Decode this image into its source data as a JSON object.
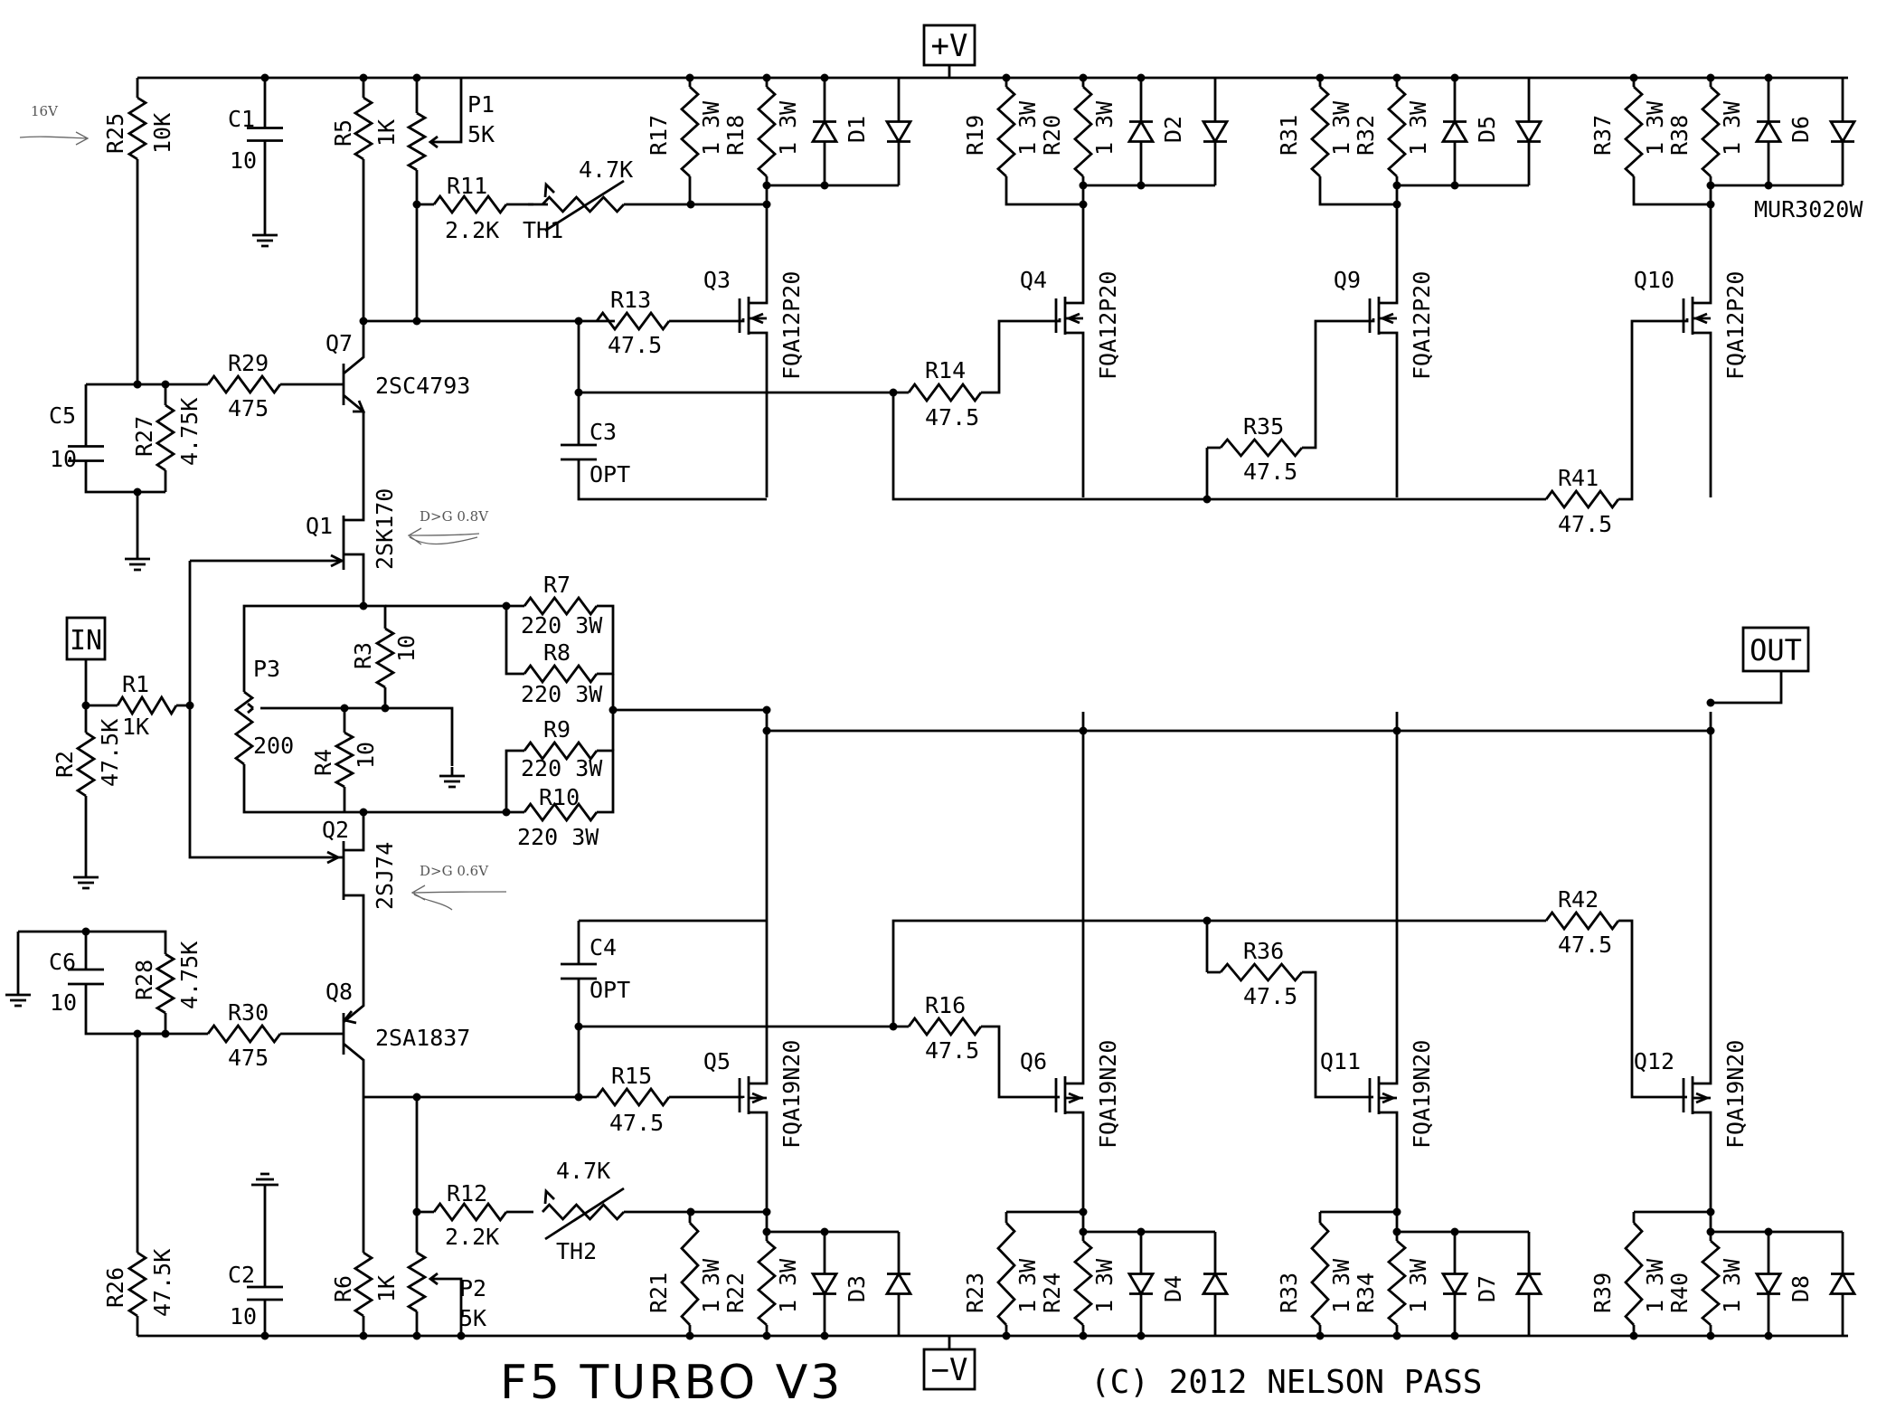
{
  "title": "F5 TURBO V3",
  "copyright": "(C) 2012 NELSON PASS",
  "terminals": {
    "vplus": "+V",
    "vminus": "−V",
    "input": "IN",
    "output": "OUT"
  },
  "notes": {
    "bias_note": "16V",
    "q1_note": "D>G 0.8V",
    "q2_note": "D>G 0.6V"
  },
  "components": [
    {
      "id": "R25",
      "value": "10K"
    },
    {
      "id": "C1",
      "value": "10"
    },
    {
      "id": "R5",
      "value": "1K"
    },
    {
      "id": "P1",
      "value": "5K"
    },
    {
      "id": "R11",
      "value": "2.2K"
    },
    {
      "id": "TH1",
      "value": "4.7K"
    },
    {
      "id": "R17",
      "value": "1 3W"
    },
    {
      "id": "R18",
      "value": "1 3W"
    },
    {
      "id": "D1",
      "value": ""
    },
    {
      "id": "R19",
      "value": "1 3W"
    },
    {
      "id": "R20",
      "value": "1 3W"
    },
    {
      "id": "D2",
      "value": ""
    },
    {
      "id": "R31",
      "value": "1 3W"
    },
    {
      "id": "R32",
      "value": "1 3W"
    },
    {
      "id": "D5",
      "value": ""
    },
    {
      "id": "R37",
      "value": "1 3W"
    },
    {
      "id": "R38",
      "value": "1 3W"
    },
    {
      "id": "D6",
      "value": "MUR3020W"
    },
    {
      "id": "Q3",
      "value": "FQA12P20"
    },
    {
      "id": "Q4",
      "value": "FQA12P20"
    },
    {
      "id": "Q9",
      "value": "FQA12P20"
    },
    {
      "id": "Q10",
      "value": "FQA12P20"
    },
    {
      "id": "R13",
      "value": "47.5"
    },
    {
      "id": "R14",
      "value": "47.5"
    },
    {
      "id": "R35",
      "value": "47.5"
    },
    {
      "id": "R41",
      "value": "47.5"
    },
    {
      "id": "Q7",
      "value": "2SC4793"
    },
    {
      "id": "R29",
      "value": "475"
    },
    {
      "id": "C5",
      "value": "10"
    },
    {
      "id": "R27",
      "value": "4.75K"
    },
    {
      "id": "C3",
      "value": "OPT"
    },
    {
      "id": "Q1",
      "value": "2SK170"
    },
    {
      "id": "R7",
      "value": "220 3W"
    },
    {
      "id": "R8",
      "value": "220 3W"
    },
    {
      "id": "R9",
      "value": "220 3W"
    },
    {
      "id": "R10",
      "value": "220 3W"
    },
    {
      "id": "R3",
      "value": "10"
    },
    {
      "id": "R4",
      "value": "10"
    },
    {
      "id": "P3",
      "value": "200"
    },
    {
      "id": "R1",
      "value": "1K"
    },
    {
      "id": "R2",
      "value": "47.5K"
    },
    {
      "id": "Q2",
      "value": "2SJ74"
    },
    {
      "id": "C6",
      "value": "10"
    },
    {
      "id": "R28",
      "value": "4.75K"
    },
    {
      "id": "R30",
      "value": "475"
    },
    {
      "id": "Q8",
      "value": "2SA1837"
    },
    {
      "id": "C4",
      "value": "OPT"
    },
    {
      "id": "R16",
      "value": "47.5"
    },
    {
      "id": "R36",
      "value": "47.5"
    },
    {
      "id": "R42",
      "value": "47.5"
    },
    {
      "id": "R15",
      "value": "47.5"
    },
    {
      "id": "Q5",
      "value": "FQA19N20"
    },
    {
      "id": "Q6",
      "value": "FQA19N20"
    },
    {
      "id": "Q11",
      "value": "FQA19N20"
    },
    {
      "id": "Q12",
      "value": "FQA19N20"
    },
    {
      "id": "R12",
      "value": "2.2K"
    },
    {
      "id": "TH2",
      "value": "4.7K"
    },
    {
      "id": "R26",
      "value": "47.5K"
    },
    {
      "id": "C2",
      "value": "10"
    },
    {
      "id": "R6",
      "value": "1K"
    },
    {
      "id": "P2",
      "value": "5K"
    },
    {
      "id": "R21",
      "value": "1 3W"
    },
    {
      "id": "R22",
      "value": "1 3W"
    },
    {
      "id": "D3",
      "value": ""
    },
    {
      "id": "R23",
      "value": "1 3W"
    },
    {
      "id": "R24",
      "value": "1 3W"
    },
    {
      "id": "D4",
      "value": ""
    },
    {
      "id": "R33",
      "value": "1 3W"
    },
    {
      "id": "R34",
      "value": "1 3W"
    },
    {
      "id": "D7",
      "value": ""
    },
    {
      "id": "R39",
      "value": "1 3W"
    },
    {
      "id": "R40",
      "value": "1 3W"
    },
    {
      "id": "D8",
      "value": ""
    }
  ]
}
